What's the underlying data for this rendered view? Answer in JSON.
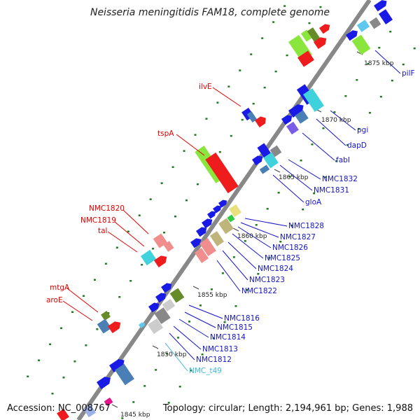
{
  "title": "Neisseria meningitidis FAM18, complete genome",
  "accession": "Accession: NC_008767",
  "summary": "Topology: circular; Length: 2,194,961 bp; Genes: 1,988",
  "colors": {
    "backbone": "#888888",
    "ticks": "#1f7a1f",
    "label_red": "#e00000",
    "label_blue": "#1414c8",
    "label_cyan": "#39b8e0"
  },
  "ticks": [
    "1845 kbp",
    "1850 kbp",
    "1855 kbp",
    "1860 kbp",
    "1865 kbp",
    "1870 kbp",
    "1875 kbp"
  ],
  "left_labels": [
    "ilvE",
    "tspA",
    "NMC1820",
    "NMC1819",
    "tal",
    "mtgA",
    "aroE"
  ],
  "right_labels": [
    "pilF",
    "pgi",
    "dapD",
    "fabI",
    "NMC1832",
    "NMC1831",
    "gloA",
    "NMC1828",
    "NMC1827",
    "NMC1826",
    "NMC1825",
    "NMC1824",
    "NMC1823",
    "NMC1822",
    "NMC1816",
    "NMC1815",
    "NMC1814",
    "NMC1813",
    "NMC1812",
    "NMC_t49"
  ]
}
